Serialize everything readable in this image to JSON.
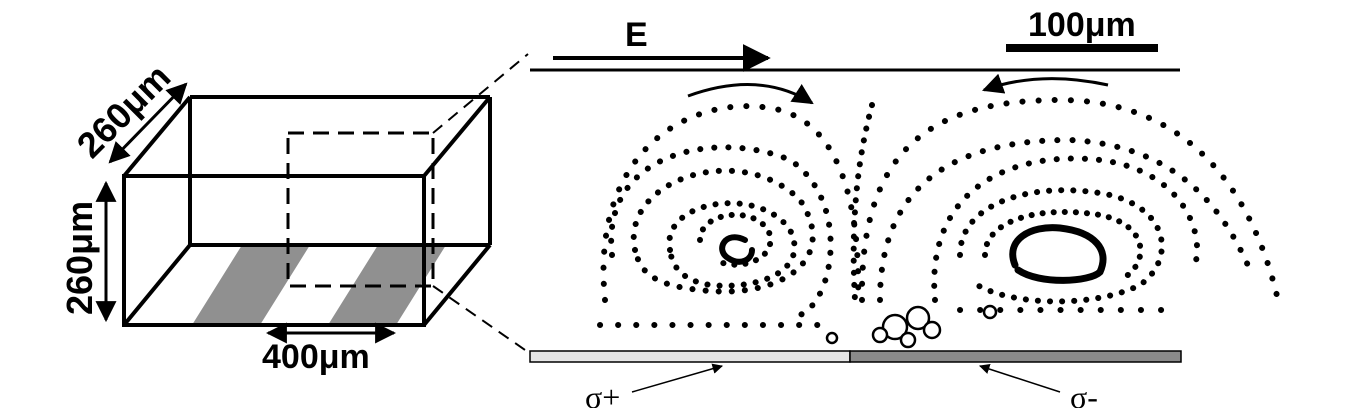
{
  "box": {
    "depth_label": "260μm",
    "height_label": "260μm",
    "stripe_label": "400μm"
  },
  "flow": {
    "field_label": "E",
    "scale_label": "100μm",
    "sigma_plus": "σ+",
    "sigma_minus": "σ-"
  },
  "colors": {
    "ink": "#000000",
    "stripe_gray": "#909090",
    "electrode_light": "#e6e6e6",
    "electrode_dark": "#8a8a8a"
  }
}
